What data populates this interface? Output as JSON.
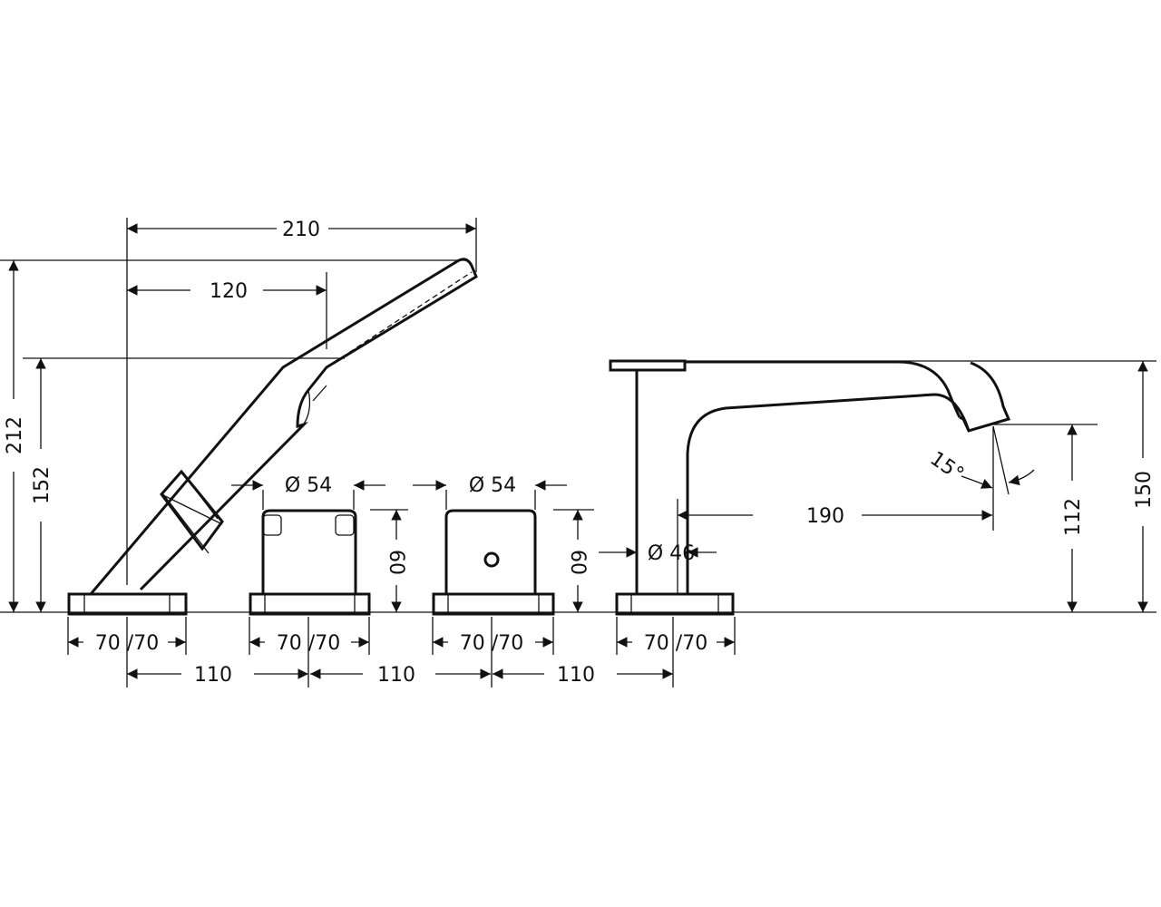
{
  "drawing": {
    "colors": {
      "line": "#111111",
      "background": "#ffffff"
    },
    "hand_shower": {
      "width_label": "210",
      "offset_label": "120",
      "height_label": "212",
      "holder_height_label": "152",
      "base_label": "70 /70"
    },
    "thermostat_1": {
      "diameter_label": "Ø 54",
      "height_label": "60",
      "base_label": "70 /70"
    },
    "thermostat_2": {
      "diameter_label": "Ø 54",
      "height_label": "60",
      "base_label": "70 /70"
    },
    "spout": {
      "diameter_label": "Ø 46",
      "projection_label": "190",
      "angle_label": "15°",
      "outlet_height_label": "112",
      "height_label": "150",
      "base_label": "70 /70"
    },
    "spacing_labels": [
      "110",
      "110",
      "110"
    ]
  }
}
